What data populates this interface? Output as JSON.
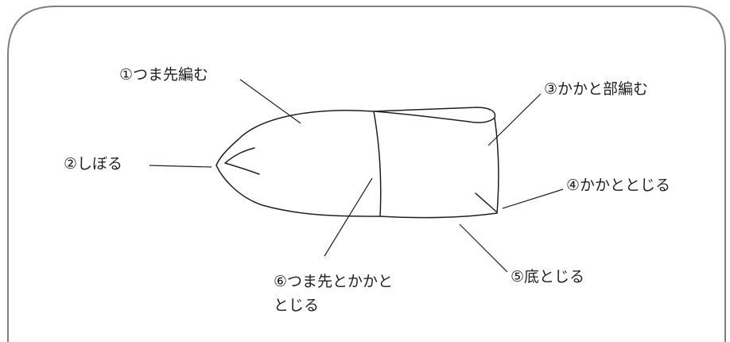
{
  "labels": {
    "toe_knit": "①つま先編む",
    "gather": "②しぼる",
    "heel_knit": "③かかと部編む",
    "heel_close": "④かかととじる",
    "sole_close": "⑤底とじる",
    "toe_heel_close_line1": "⑥つま先とかかと",
    "toe_heel_close_line2": "とじる"
  },
  "colors": {
    "line": "#231f20",
    "frame": "#808080",
    "background": "#ffffff"
  }
}
